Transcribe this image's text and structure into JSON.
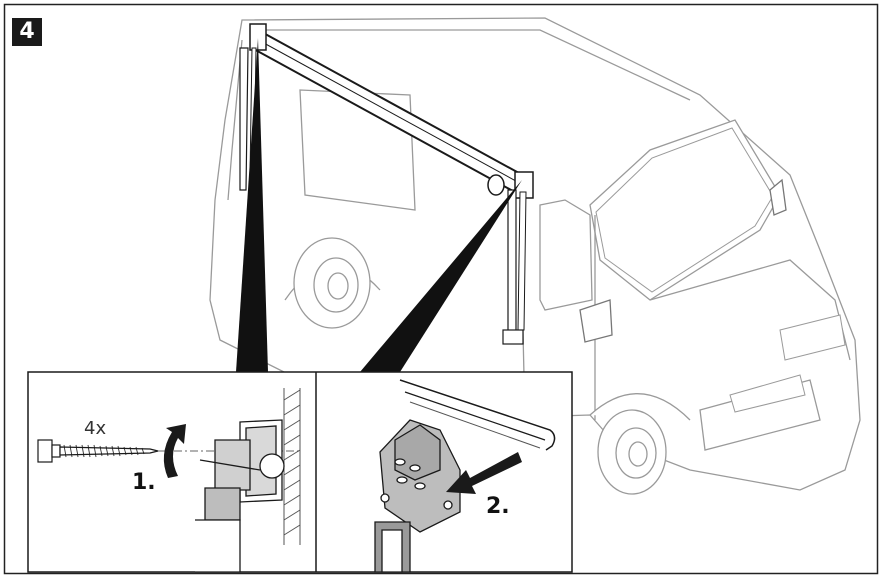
{
  "step": {
    "number": "4"
  },
  "detail_left": {
    "quantity": "4x",
    "action_label": "1."
  },
  "detail_right": {
    "action_label": "2."
  },
  "icons": {
    "vehicle": "van-illustration",
    "awning": "awning-illustration",
    "screw": "screw-icon",
    "rotate": "rotate-arrow-icon",
    "push": "push-arrow-icon"
  },
  "colors": {
    "line": "#9a9a9a",
    "dark": "#1a1a1a",
    "fill": "#bdbdbd"
  }
}
